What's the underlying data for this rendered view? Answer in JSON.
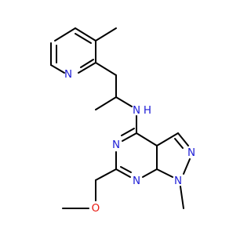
{
  "colors": {
    "bond": "#000000",
    "carbon": "#000000",
    "nitrogen": "#1f1fd6",
    "oxygen": "#e8170f",
    "background": "#ffffff"
  },
  "atoms": [
    {
      "id": "N_pyr",
      "element": "N",
      "label": "N"
    },
    {
      "id": "NH",
      "element": "N",
      "label": "N",
      "suffix": "H"
    },
    {
      "id": "N5",
      "element": "N",
      "label": "N"
    },
    {
      "id": "N7",
      "element": "N",
      "label": "N"
    },
    {
      "id": "N2",
      "element": "N",
      "label": "N"
    },
    {
      "id": "N1",
      "element": "N",
      "label": "N"
    },
    {
      "id": "O",
      "element": "O",
      "label": "O"
    }
  ]
}
